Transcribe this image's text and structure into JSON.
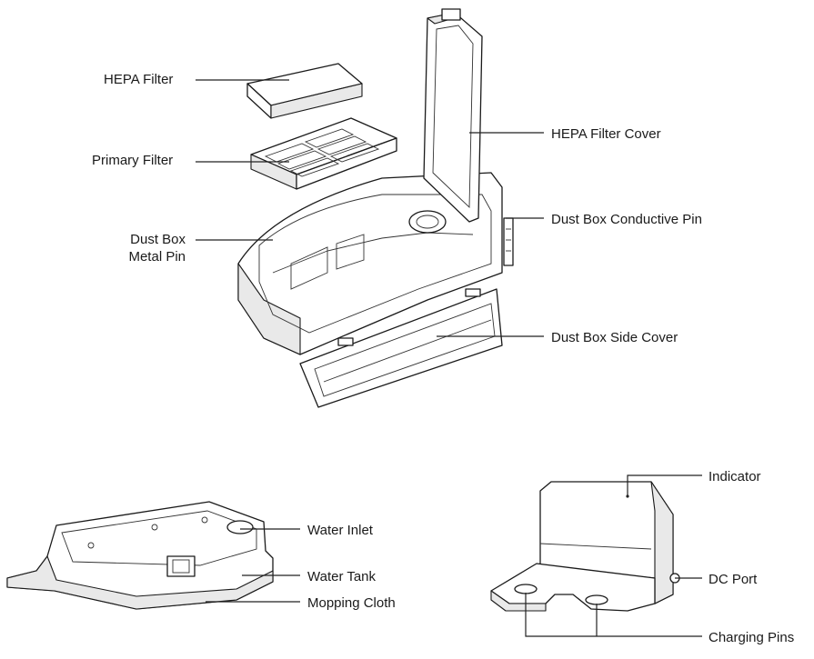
{
  "labels": {
    "hepa_filter": "HEPA Filter",
    "primary_filter": "Primary Filter",
    "dust_box_metal_pin_line1": "Dust Box",
    "dust_box_metal_pin_line2": "Metal Pin",
    "hepa_filter_cover": "HEPA Filter Cover",
    "dust_box_conductive_pin": "Dust Box Conductive Pin",
    "dust_box_side_cover": "Dust Box Side Cover",
    "water_inlet": "Water Inlet",
    "water_tank": "Water Tank",
    "mopping_cloth": "Mopping Cloth",
    "indicator": "Indicator",
    "dc_port": "DC Port",
    "charging_pins": "Charging Pins"
  }
}
